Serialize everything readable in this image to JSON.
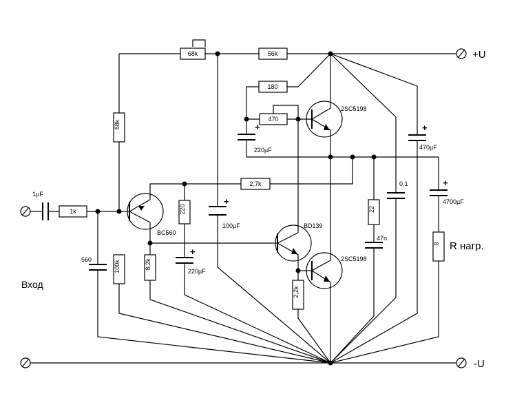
{
  "terminals": {
    "plus_u": "+U",
    "minus_u": "-U",
    "input": "Вход"
  },
  "resistors": {
    "r_68k_top": "68k",
    "r_56k": "56k",
    "r_180": "180",
    "r_470": "470",
    "r_68k_left": "68k",
    "r_1k": "1k",
    "r_2_7k": "2,7k",
    "r_220": "220",
    "r_8_2k": "8,2k",
    "r_100k": "100k",
    "r_22": "22",
    "r_2_2k": "2,2k",
    "r_load_value": "8",
    "r_load_name": "R нагр."
  },
  "capacitors": {
    "c_input": "1µF",
    "c_560": "560",
    "c_100uf": "100µF",
    "c_220uf_bottom": "220µF",
    "c_220uf_top": "220µF",
    "c_470uf": "470µF",
    "c_0_1": "0,1",
    "c_47n": "47n",
    "c_4700uf": "4700µF",
    "polarity_plus": "+"
  },
  "transistors": {
    "q_bc560": "BC560",
    "q_bd139": "BD139",
    "q_out_top": "2SC5198",
    "q_out_bottom": "2SC5198"
  }
}
